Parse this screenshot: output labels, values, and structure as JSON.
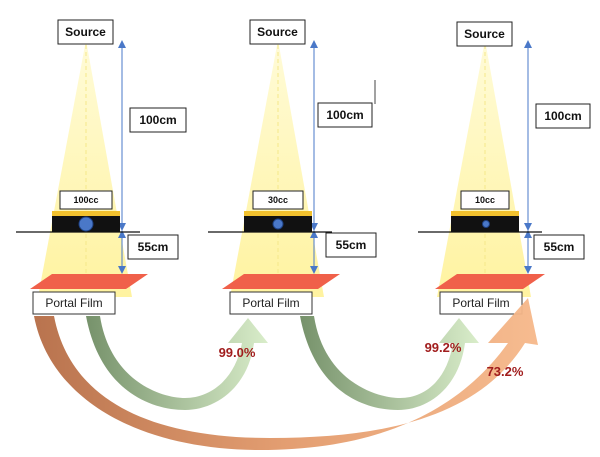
{
  "setups": [
    {
      "source_label": "Source",
      "upper_distance": "100cm",
      "phantom_label": "100cc",
      "lower_distance": "55cm",
      "film_label": "Portal Film"
    },
    {
      "source_label": "Source",
      "upper_distance": "100cm",
      "phantom_label": "30cc",
      "lower_distance": "55cm",
      "film_label": "Portal Film"
    },
    {
      "source_label": "Source",
      "upper_distance": "100cm",
      "phantom_label": "10cc",
      "lower_distance": "55cm",
      "film_label": "Portal Film"
    }
  ],
  "comparisons": [
    {
      "value": "99.0%",
      "color": "#8fa882"
    },
    {
      "value": "99.2%",
      "color": "#8fa882"
    },
    {
      "value": "73.2%",
      "color": "#d98b5a"
    }
  ],
  "colors": {
    "beam": "#fff7b0",
    "film": "#f0604a",
    "phantom_top": "#f2c12e",
    "arrow_line": "#4a78c8",
    "percent_text": "#a11d1d"
  }
}
